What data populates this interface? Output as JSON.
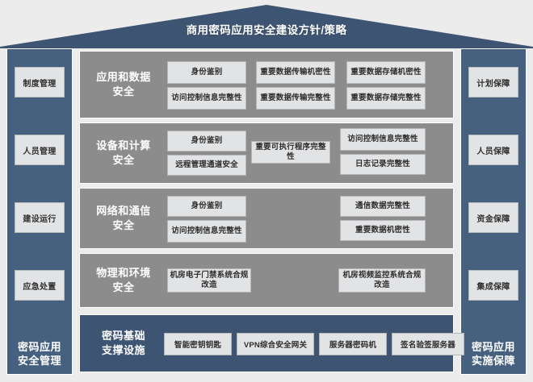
{
  "roof": {
    "title": "商用密码应用安全建设方针/策略",
    "color": "#3d5472"
  },
  "colors": {
    "background": "#ececed",
    "pillar": "#46617f",
    "layer_band": "#8c8c8c",
    "infra_band": "#3d5472",
    "cell": "#e2e3e5"
  },
  "left_pillar": {
    "items": [
      {
        "label": "制度管理"
      },
      {
        "label": "人员管理"
      },
      {
        "label": "建设运行"
      },
      {
        "label": "应急处置"
      }
    ],
    "footer_line1": "密码应用",
    "footer_line2": "安全管理"
  },
  "right_pillar": {
    "items": [
      {
        "label": "计划保障"
      },
      {
        "label": "人员保障"
      },
      {
        "label": "资金保障"
      },
      {
        "label": "集成保障"
      }
    ],
    "footer_line1": "密码应用",
    "footer_line2": "实施保障"
  },
  "layers": [
    {
      "label_line1": "应用和数据",
      "label_line2": "安全",
      "cells": [
        {
          "text": "身份鉴别"
        },
        {
          "text": "重要数据传输机密性"
        },
        {
          "text": "重要数据存储机密性"
        },
        {
          "text": "访问控制信息完整性"
        },
        {
          "text": "重要数据传输完整性"
        },
        {
          "text": "重要数据存储完整性"
        }
      ]
    },
    {
      "label_line1": "设备和计算",
      "label_line2": "安全",
      "cells": [
        {
          "text": "身份鉴别"
        },
        {
          "text": "重要可执行程序完整性"
        },
        {
          "text": "访问控制信息完整性"
        },
        {
          "text": "远程管理通道安全"
        },
        {
          "text": "日志记录完整性"
        }
      ]
    },
    {
      "label_line1": "网络和通信",
      "label_line2": "安全",
      "cells": [
        {
          "text": "身份鉴别"
        },
        {
          "text": "通信数据完整性"
        },
        {
          "text": "访问控制信息完整性"
        },
        {
          "text": "重要数据机密性"
        }
      ]
    },
    {
      "label_line1": "物理和环境",
      "label_line2": "安全",
      "cells": [
        {
          "text": "机房电子门禁系统合规改造"
        },
        {
          "text": "机房视频监控系统合规改造"
        }
      ]
    }
  ],
  "infrastructure": {
    "label_line1": "密码基础",
    "label_line2": "支撑设施",
    "cells": [
      {
        "text": "智能密钥钥匙"
      },
      {
        "text": "VPN综合安全网关"
      },
      {
        "text": "服务器密码机"
      },
      {
        "text": "签名验签服务器"
      }
    ]
  }
}
